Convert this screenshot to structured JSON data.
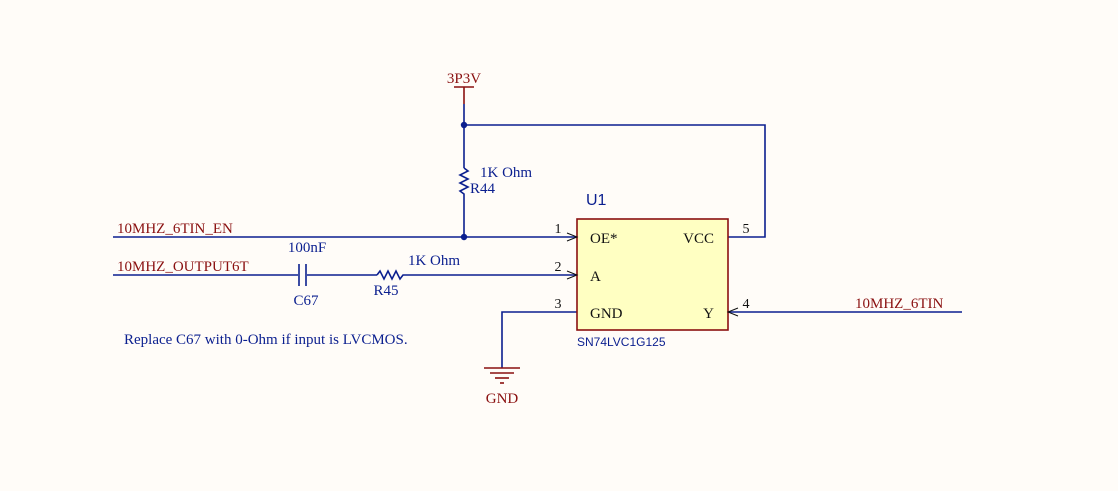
{
  "power": {
    "supply_label": "3P3V",
    "ground_label": "GND"
  },
  "nets": {
    "enable": "10MHZ_6TIN_EN",
    "input": "10MHZ_OUTPUT6T",
    "output": "10MHZ_6TIN"
  },
  "components": {
    "r44": {
      "designator": "R44",
      "value": "1K Ohm"
    },
    "r45": {
      "designator": "R45",
      "value": "1K Ohm"
    },
    "c67": {
      "designator": "C67",
      "value": "100nF"
    },
    "u1": {
      "designator": "U1",
      "part_number": "SN74LVC1G125",
      "pins": [
        {
          "number": "1",
          "name": "OE*"
        },
        {
          "number": "2",
          "name": "A"
        },
        {
          "number": "3",
          "name": "GND"
        },
        {
          "number": "4",
          "name": "Y"
        },
        {
          "number": "5",
          "name": "VCC"
        }
      ]
    }
  },
  "note": "Replace C67 with 0-Ohm if input is LVCMOS.",
  "colors": {
    "wire": "#0b1f8f",
    "power": "#8a1010",
    "ic_fill": "#ffffc2",
    "background": "#fffcf8"
  }
}
